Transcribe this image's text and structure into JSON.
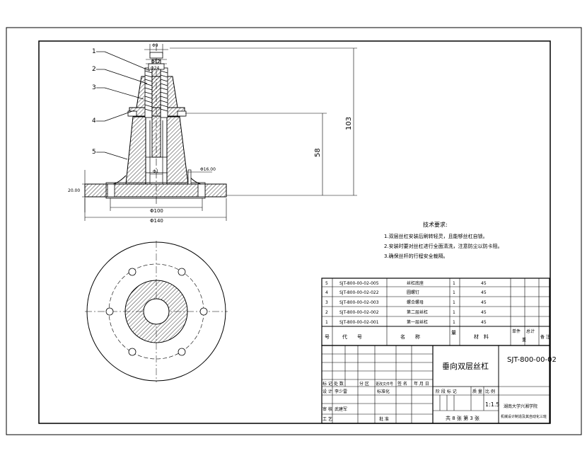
{
  "callouts": [
    "1",
    "2",
    "3",
    "4",
    "5"
  ],
  "dims": {
    "top_width": "Φ9",
    "top_sub": "Φ12",
    "bore": "Φ24",
    "inner_dia": "Φ1",
    "hole_dia": "Φ16.00",
    "base_height": "20.00",
    "bolt_circle": "Φ100",
    "outer_dia": "Φ140",
    "height_58": "58",
    "height_103": "103"
  },
  "notes": {
    "title": "技术要求:",
    "lines": [
      "1.双层丝杠安装后刷转轻灵，且能够丝杠自锁。",
      "2.安装时要对丝杠进行全面清洗，注意防尘以防卡阻。",
      "3.确保丝杆的行程安全裁隔。"
    ]
  },
  "bom": {
    "rows": [
      {
        "no": "5",
        "code": "SJT-800-00-02-005",
        "name": "丝杠底座",
        "qty": "1",
        "material": "45"
      },
      {
        "no": "4",
        "code": "SJT-800-00-02-022",
        "name": "圆螺钉",
        "qty": "1",
        "material": "45"
      },
      {
        "no": "3",
        "code": "SJT-800-00-02-003",
        "name": "螺合螺母",
        "qty": "1",
        "material": "45"
      },
      {
        "no": "2",
        "code": "SJT-800-00-02-002",
        "name": "第二层丝杠",
        "qty": "1",
        "material": "45"
      },
      {
        "no": "1",
        "code": "SJT-800-00-02-001",
        "name": "第一层丝杠",
        "qty": "1",
        "material": "45"
      }
    ],
    "header": {
      "no": "号",
      "code": "代　　号",
      "name": "名　　称",
      "qty": "量",
      "material": "材　料",
      "single": "单件",
      "total": "总计",
      "weight": "重",
      "remark": "备 注"
    }
  },
  "title_block": {
    "part_name": "垂向双层丝杠",
    "drawing_no": "SJT-800-00-02",
    "row_labels": {
      "mark": "标 记",
      "count": "处 数",
      "zone": "分 区",
      "doc": "更改文件号",
      "sign": "签 名",
      "date": "年 月 日",
      "design": "设 计",
      "standard": "标准化",
      "review": "审 核",
      "process": "工 艺",
      "approve": "批 准"
    },
    "designer": "李少雷",
    "reviewer": "武建军",
    "stage_labels": {
      "stage": "阶 段 标 记",
      "weight": "质 量",
      "scale": "比 例"
    },
    "scale": "1:1.5",
    "sheets": "共 8 张  第 3 张",
    "school": "湖南大学兴湘学院",
    "major": "机械设计制造及其自动化三班"
  }
}
